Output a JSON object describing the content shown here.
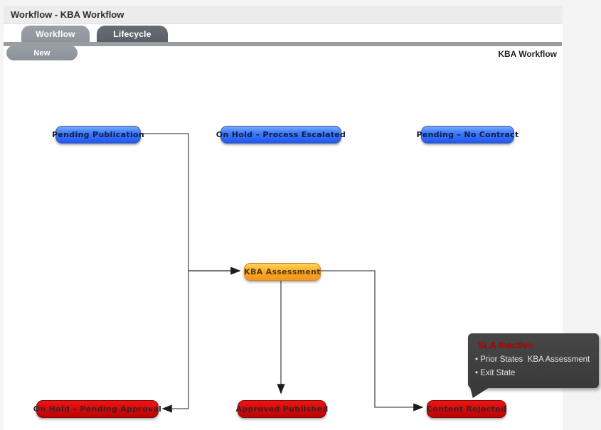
{
  "header": {
    "title": "Workflow - KBA Workflow"
  },
  "tabs": [
    {
      "label": "Workflow",
      "active": true
    },
    {
      "label": "Lifecycle",
      "active": false
    }
  ],
  "toolbar": {
    "new_label": "New"
  },
  "diagram": {
    "title": "KBA Workflow",
    "nodes": [
      {
        "id": "pending-publication",
        "label": "Pending Publication",
        "type": "blue"
      },
      {
        "id": "on-hold-process-escalated",
        "label": "On Hold – Process Escalated",
        "type": "blue"
      },
      {
        "id": "pending-no-contract",
        "label": "Pending – No Contract",
        "type": "blue"
      },
      {
        "id": "kba-assessment",
        "label": "KBA Assessment",
        "type": "orange"
      },
      {
        "id": "on-hold-pending-approval",
        "label": "On Hold – Pending Approval",
        "type": "red"
      },
      {
        "id": "approved-published",
        "label": "Approved Published",
        "type": "red"
      },
      {
        "id": "content-rejected",
        "label": "Content Rejected",
        "type": "red"
      }
    ],
    "connections": [
      {
        "from": "Pending Publication",
        "to": "On Hold – Pending Approval"
      },
      {
        "from": "Pending Publication",
        "to": "KBA Assessment"
      },
      {
        "from": "KBA Assessment",
        "to": "Approved Published"
      },
      {
        "from": "KBA Assessment",
        "to": "Content Rejected"
      }
    ],
    "tooltip": {
      "title": "SLA Inactive",
      "lines": [
        "• Prior States  KBA Assessment",
        "• Exit State"
      ]
    }
  },
  "colors": {
    "node_blue": "#2a63f8",
    "node_orange": "#fba61f",
    "node_red": "#cd0909",
    "tooltip_bg": "#3d3d3d",
    "tooltip_title": "#b30000",
    "tab_active": "#8d949b",
    "tab_inactive": "#595f66",
    "tab_bar": "#989da2"
  }
}
